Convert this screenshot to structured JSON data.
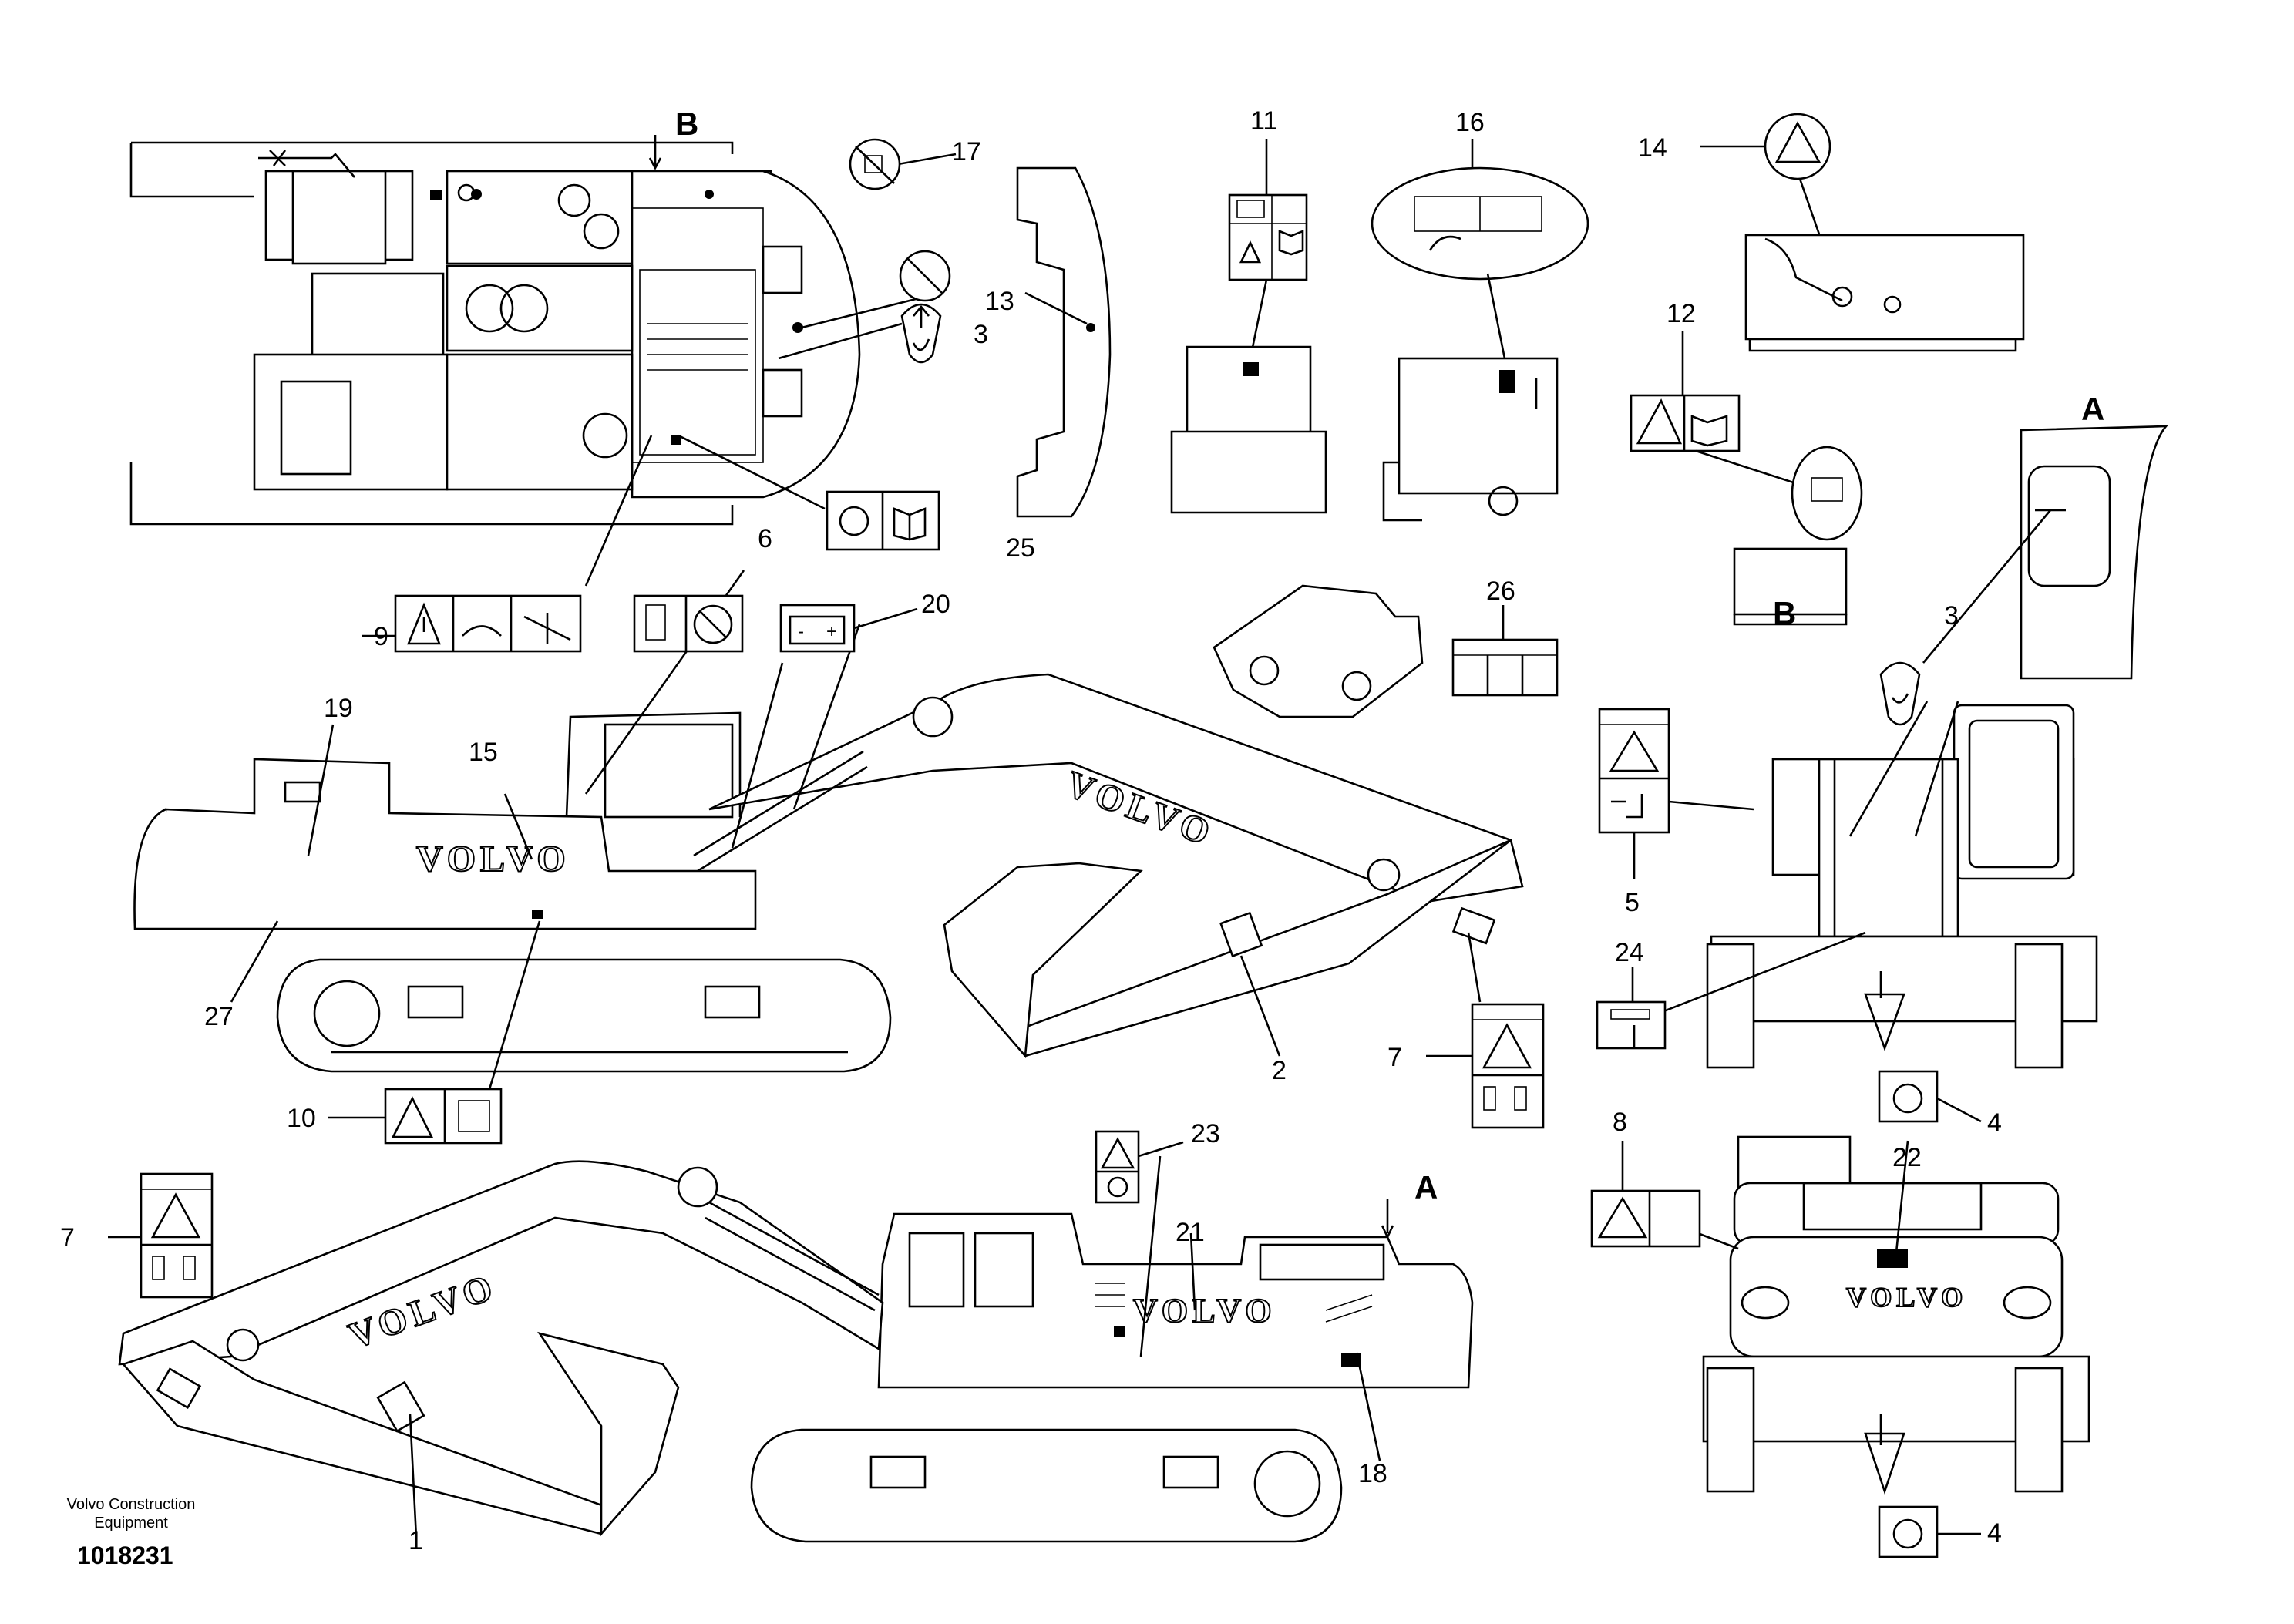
{
  "brand_text": "VOLVO",
  "view_labels": [
    "A",
    "B",
    "A",
    "B"
  ],
  "callouts": [
    "1",
    "2",
    "3",
    "3",
    "4",
    "4",
    "5",
    "6",
    "7",
    "7",
    "8",
    "9",
    "10",
    "11",
    "12",
    "13",
    "14",
    "15",
    "16",
    "17",
    "18",
    "19",
    "20",
    "21",
    "22",
    "23",
    "24",
    "25",
    "26",
    "27"
  ],
  "footer": {
    "company": "Volvo Construction Equipment",
    "doc_number": "1018231"
  }
}
